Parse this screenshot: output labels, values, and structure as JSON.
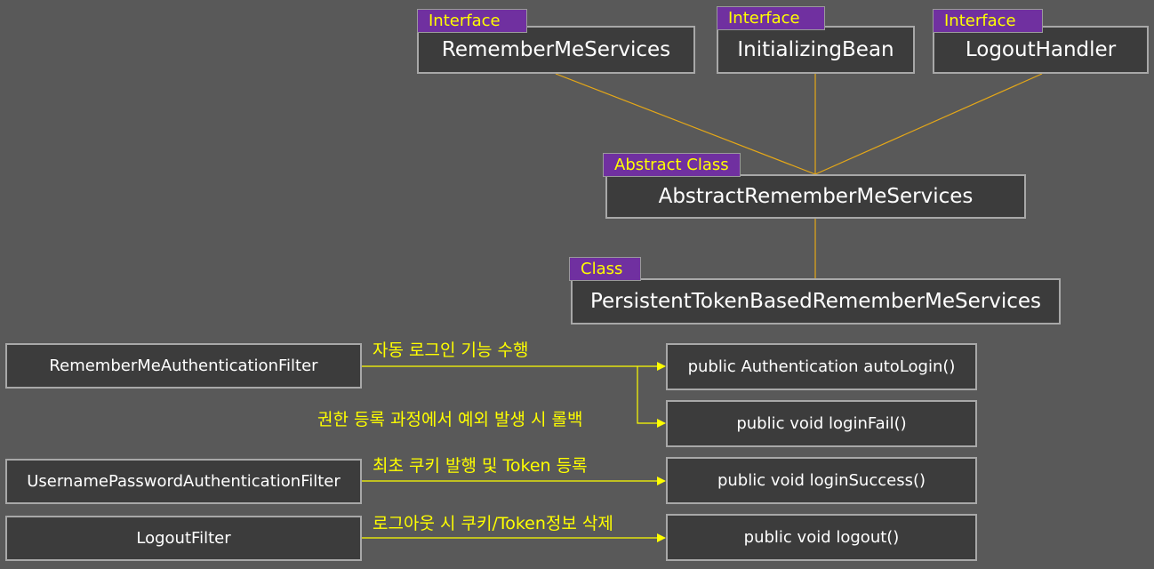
{
  "colors": {
    "background": "#595959",
    "box": "#3c3c3c",
    "tag": "#7030a0",
    "highlight": "#ffff00",
    "connector": "#e6a817"
  },
  "hierarchy": {
    "remember_me_services": {
      "tag": "Interface",
      "name": "RememberMeServices"
    },
    "initializing_bean": {
      "tag": "Interface",
      "name": "InitializingBean"
    },
    "logout_handler": {
      "tag": "Interface",
      "name": "LogoutHandler"
    },
    "abstract_services": {
      "tag": "Abstract Class",
      "name": "AbstractRememberMeServices"
    },
    "persistent_services": {
      "tag": "Class",
      "name": "PersistentTokenBasedRememberMeServices"
    }
  },
  "filters": {
    "remember_me_filter": "RememberMeAuthenticationFilter",
    "username_password_filter": "UsernamePasswordAuthenticationFilter",
    "logout_filter": "LogoutFilter"
  },
  "methods": {
    "auto_login": "public Authentication autoLogin()",
    "login_fail": "public void loginFail()",
    "login_success": "public void loginSuccess()",
    "logout": "public void logout()"
  },
  "flows": {
    "auto_login": "자동 로그인 기능 수행",
    "rollback": "권한 등록 과정에서 예외 발생 시 롤백",
    "first_cookie": "최초 쿠키 발행 및 Token 등록",
    "logout_delete": "로그아웃 시 쿠키/Token정보 삭제"
  }
}
